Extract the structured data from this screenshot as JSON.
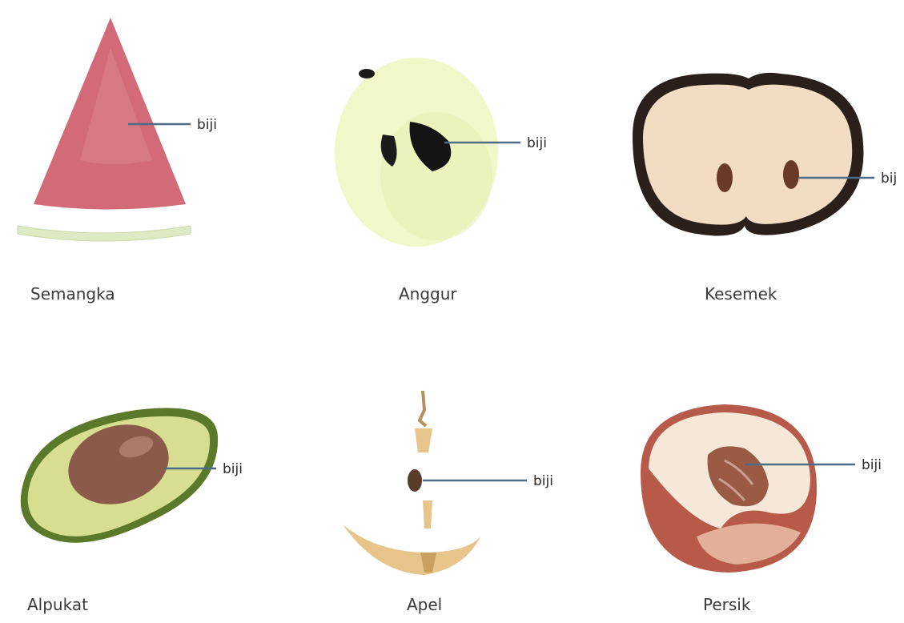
{
  "diagram": {
    "fruits": [
      {
        "name": "Semangka",
        "part_label": "biji"
      },
      {
        "name": "Anggur",
        "part_label": "biji"
      },
      {
        "name": "Kesemek",
        "part_label": "bij"
      },
      {
        "name": "Alpukat",
        "part_label": "biji"
      },
      {
        "name": "Apel",
        "part_label": "biji"
      },
      {
        "name": "Persik",
        "part_label": "biji"
      }
    ],
    "colors": {
      "watermelon_flesh": "#d26a78",
      "watermelon_rind": "#dfe9c4",
      "grape_flesh": "#f2f7c9",
      "persimmon_flesh": "#f3dcc4",
      "persimmon_skin": "#2a1f1a",
      "avocado_flesh": "#d7de92",
      "avocado_skin": "#5a7a2a",
      "avocado_pit": "#8c5a4a",
      "apple_core": "#e6c48a",
      "peach_flesh": "#f6e8d8",
      "peach_skin": "#b85a4a",
      "leader_line": "#4a6c86"
    }
  }
}
